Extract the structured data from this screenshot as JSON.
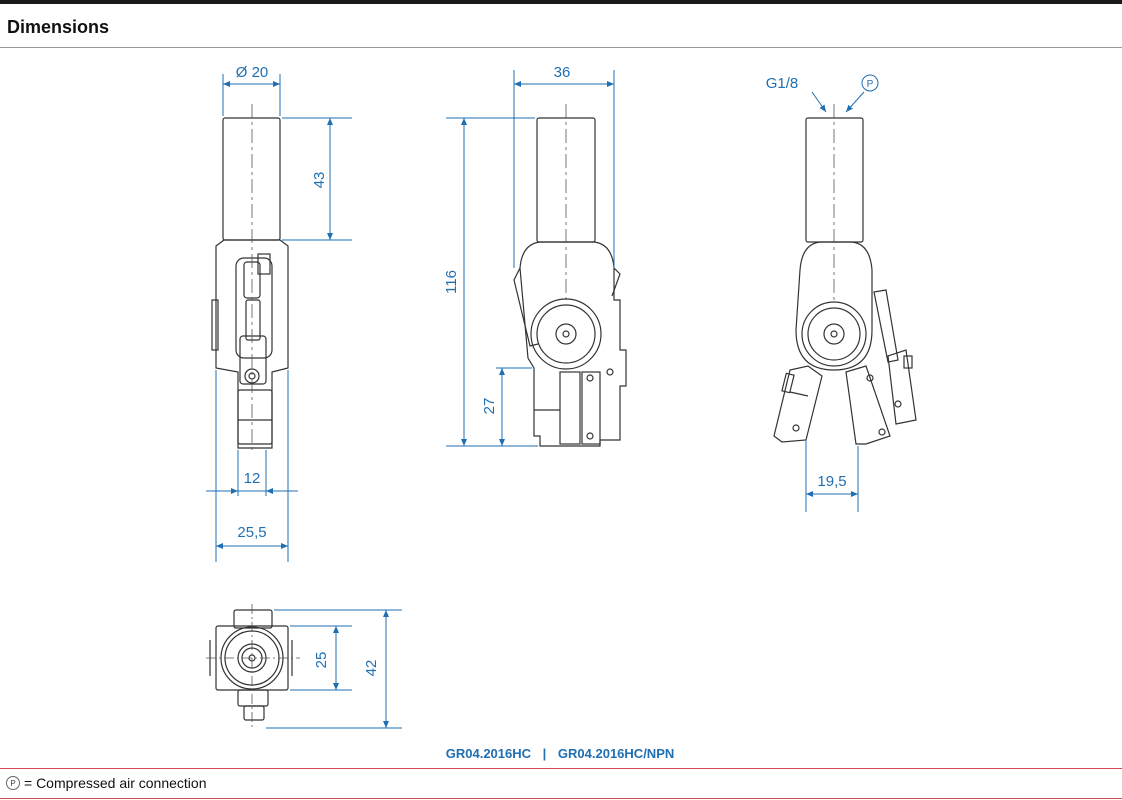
{
  "header": {
    "title": "Dimensions"
  },
  "views": {
    "front": {
      "diameter": "Ø 20",
      "shaft_height": "43",
      "jaw_width": "12",
      "body_width": "25,5"
    },
    "side": {
      "width": "36",
      "total_height": "116",
      "jaw_height": "27"
    },
    "open": {
      "thread": "G1/8",
      "port_symbol": "P",
      "jaw_stroke": "19,5"
    },
    "top": {
      "inner_size": "25",
      "outer_size": "42"
    }
  },
  "models": {
    "model_a": "GR04.2016HC",
    "separator": "|",
    "model_b": "GR04.2016HC/NPN"
  },
  "legend": {
    "symbol": "P",
    "text": "= Compressed air connection"
  },
  "colors": {
    "dimension": "#1f6fb3",
    "outline": "#333333",
    "accent_rule": "#d04a55"
  }
}
